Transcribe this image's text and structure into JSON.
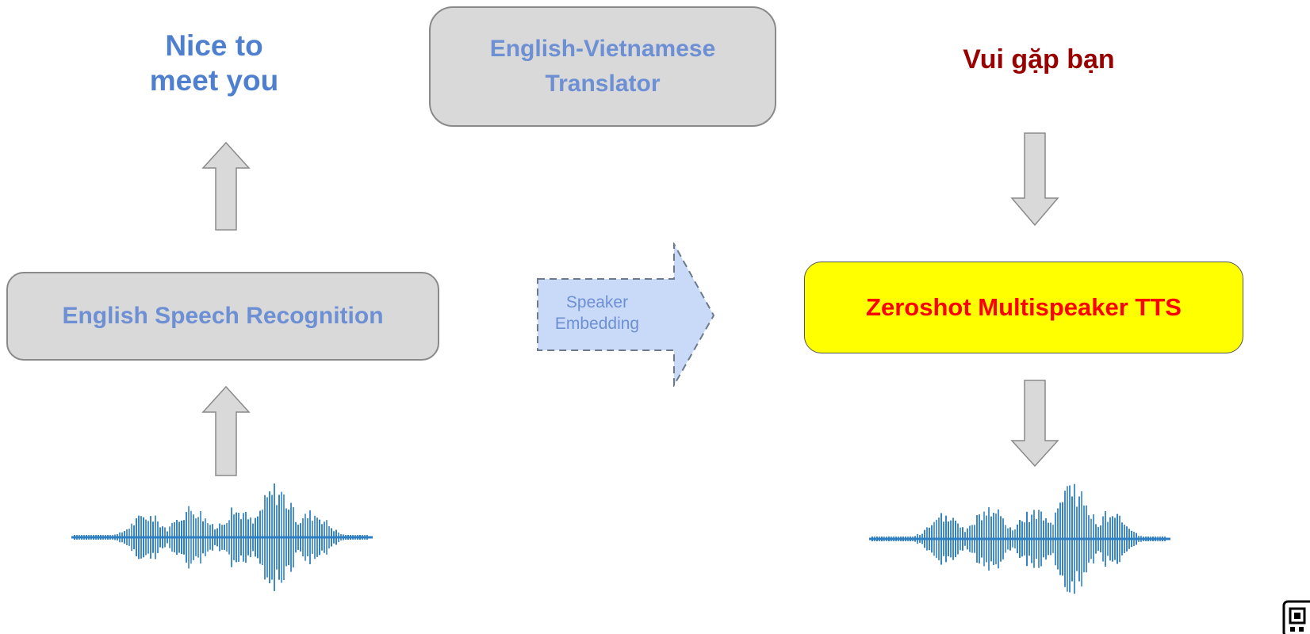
{
  "diagram": {
    "translator": {
      "label": "English-Vietnamese\nTranslator"
    },
    "asr": {
      "label": "English Speech Recognition"
    },
    "tts": {
      "label": "Zeroshot Multispeaker TTS"
    },
    "english_output": {
      "text": "Nice to\nmeet you"
    },
    "vietnamese_input": {
      "text": "Vui gặp bạn"
    },
    "speaker_embedding": {
      "label": "Speaker\nEmbedding"
    }
  },
  "colors": {
    "gray_box_fill": "#d9d9d9",
    "blue_text": "#6d8fd4",
    "tts_fill": "#ffff00",
    "tts_text": "#ff0000",
    "vietnamese_text": "#990000",
    "waveform": "#2e7fc1"
  },
  "icons": [
    "up-arrow-icon",
    "down-arrow-icon",
    "right-arrow-icon",
    "waveform-icon",
    "qr-code-icon"
  ]
}
